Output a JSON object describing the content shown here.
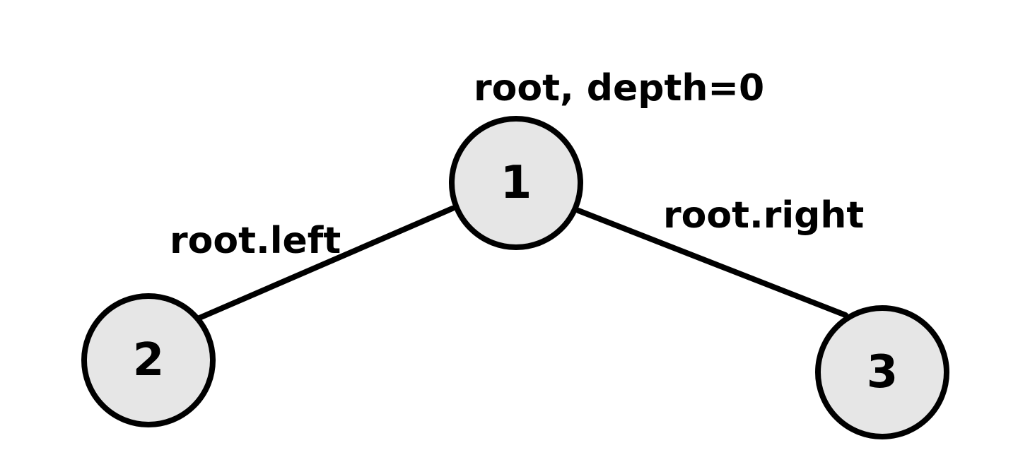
{
  "diagram": {
    "nodes": [
      {
        "id": "root",
        "value": "1"
      },
      {
        "id": "left",
        "value": "2"
      },
      {
        "id": "right",
        "value": "3"
      }
    ],
    "edges": [
      {
        "from": "root",
        "to": "left",
        "label": "root.left"
      },
      {
        "from": "root",
        "to": "right",
        "label": "root.right"
      }
    ],
    "root_annotation": "root, depth=0"
  },
  "colors": {
    "node_fill": "#e6e6e6",
    "stroke": "#000000",
    "background": "#ffffff"
  }
}
